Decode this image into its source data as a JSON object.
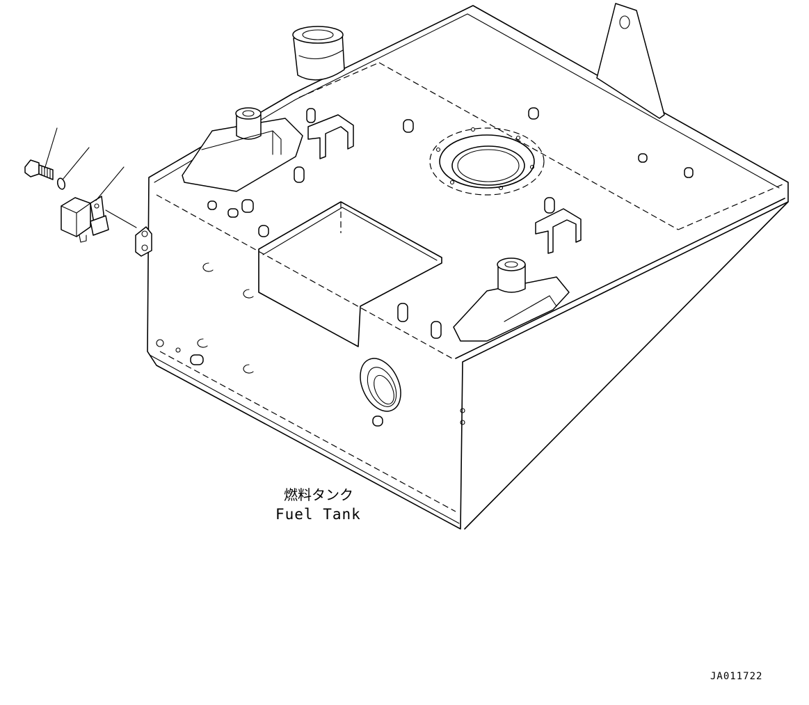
{
  "diagram": {
    "part_label_jp": "燃料タンク",
    "part_label_en": "Fuel Tank",
    "drawing_code": "JA011722"
  }
}
